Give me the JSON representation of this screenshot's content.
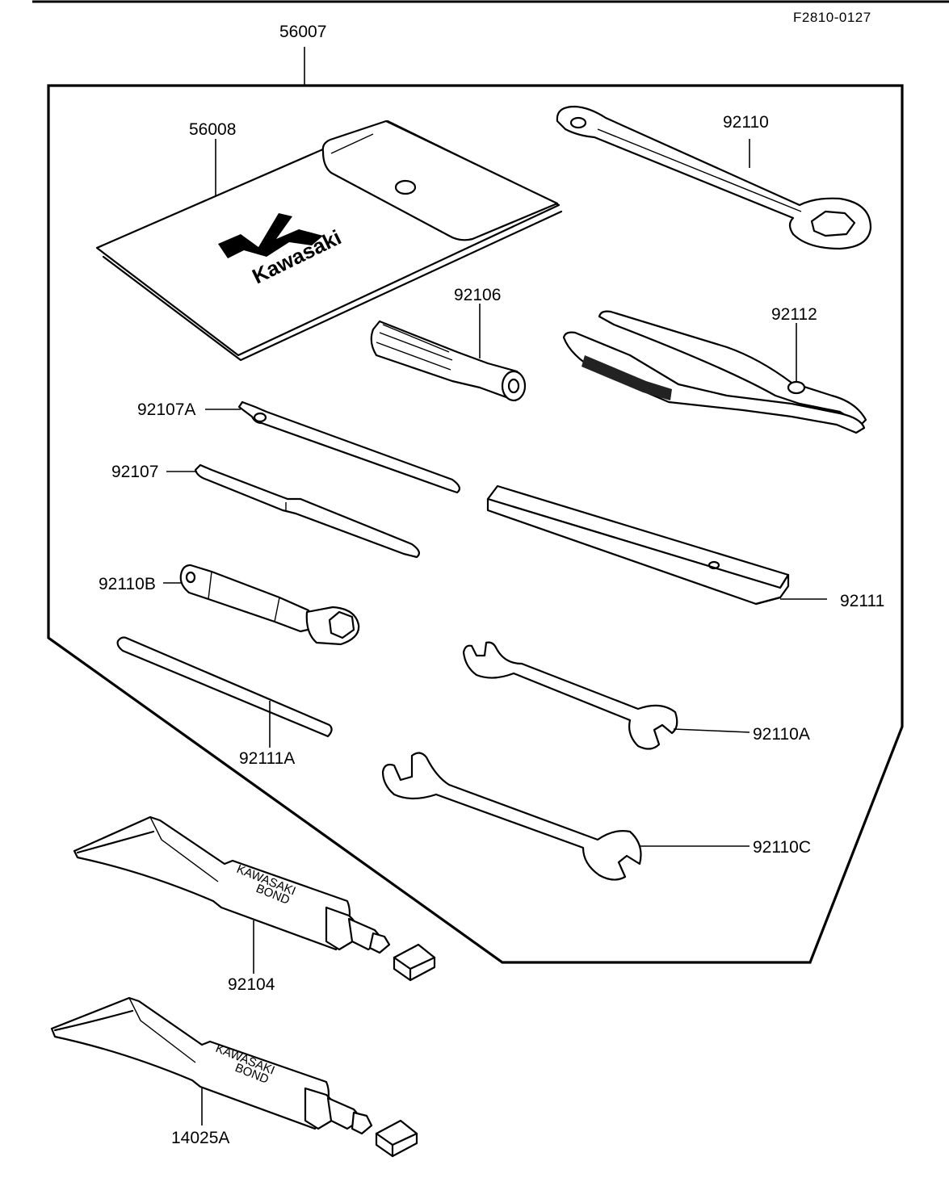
{
  "reference_code": "F2810-0127",
  "callouts": {
    "kit": "56007",
    "pouch": "56008",
    "wrench_ring": "92110",
    "driver_handle": "92106",
    "pliers": "92112",
    "screwdriver_a": "92107A",
    "screwdriver": "92107",
    "extension_bar": "92111",
    "plug_wrench": "92110B",
    "rod": "92111A",
    "spanner_a": "92110A",
    "spanner_c": "92110C",
    "bond_1": "92104",
    "bond_2": "14025A"
  },
  "pouch_logo_text": "Kawasaki",
  "tube_label": {
    "line1": "KAWASAKI",
    "line2": "BOND"
  }
}
